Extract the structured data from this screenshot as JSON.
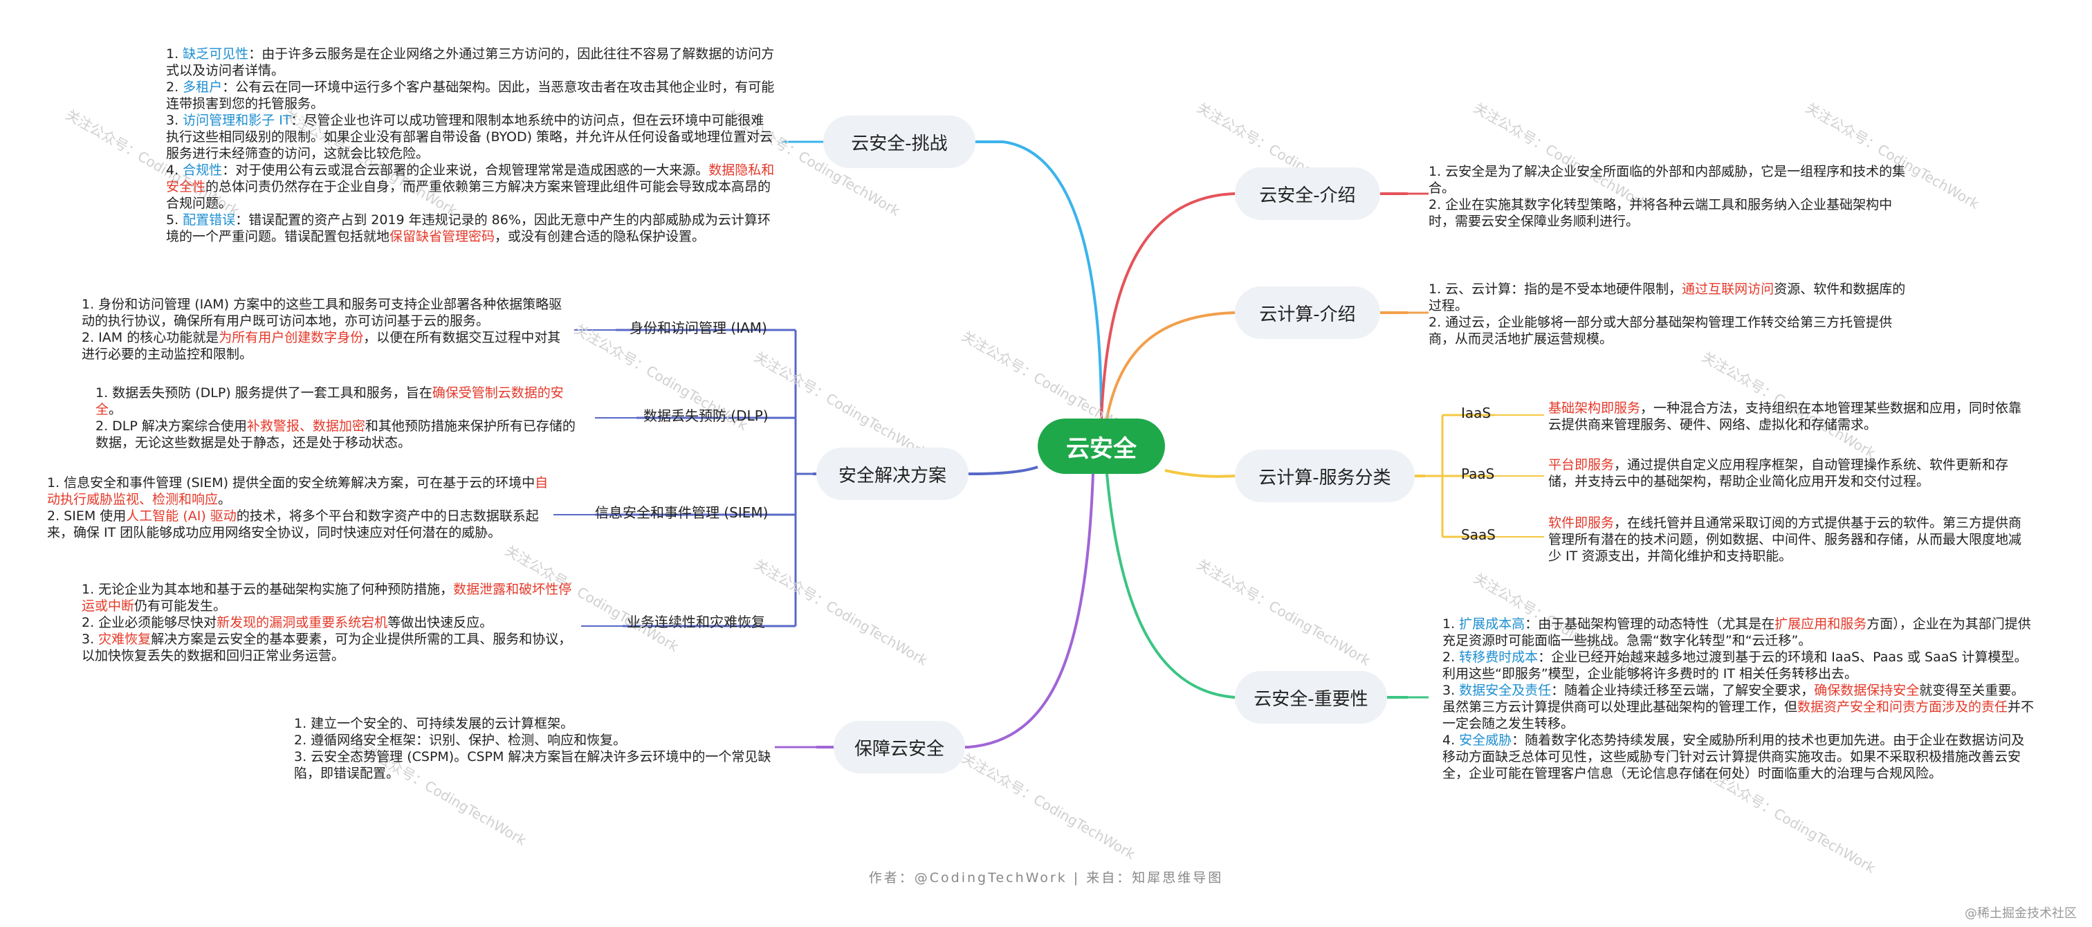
{
  "root": "云安全",
  "colors": {
    "blue": "#3bb3ec",
    "red": "#e5535a",
    "orange": "#f29f4c",
    "yellow": "#f5c842",
    "green": "#3cc483",
    "indigo": "#5868c8",
    "purple": "#a065d6",
    "root_bg": "#1fa84a"
  },
  "topics": {
    "challenge": "云安全-挑战",
    "intro": "云安全-介绍",
    "compute_intro": "云计算-介绍",
    "service": "云计算-服务分类",
    "solutions": "安全解决方案",
    "importance": "云安全-重要性",
    "ensure": "保障云安全"
  },
  "subs": {
    "iam": "身份和访问管理 (IAM)",
    "dlp": "数据丢失预防 (DLP)",
    "siem": "信息安全和事件管理 (SIEM)",
    "bcdr": "业务连续性和灾难恢复",
    "iaas": "IaaS",
    "paas": "PaaS",
    "saas": "SaaS"
  },
  "notes": {
    "challenge": [
      {
        "pre": "1. ",
        "hl": "缺乏可见性",
        "post": "：由于许多云服务是在企业网络之外通过第三方访问的，因此往往不容易了解数据的访问方式以及访问者详情。"
      },
      {
        "pre": "2. ",
        "hl": "多租户",
        "post": "：公有云在同一环境中运行多个客户基础架构。因此，当恶意攻击者在攻击其他企业时，有可能连带损害到您的托管服务。"
      },
      {
        "pre": "3. ",
        "hl": "访问管理和影子 IT",
        "post": "：尽管企业也许可以成功管理和限制本地系统中的访问点，但在云环境中可能很难执行这些相同级别的限制。如果企业没有部署自带设备 (BYOD) 策略，并允许从任何设备或地理位置对云服务进行未经筛查的访问，这就会比较危险。"
      },
      {
        "pre": "4. ",
        "hl": "合规性",
        "post": "：对于使用公有云或混合云部署的企业来说，合规管理常常是造成困惑的一大来源。",
        "hl2": "数据隐私和安全性",
        "post2": "的总体问责仍然存在于企业自身，而严重依赖第三方解决方案来管理此组件可能会导致成本高昂的合规问题。"
      },
      {
        "pre": "5. ",
        "hl": "配置错误",
        "post": "：错误配置的资产占到 2019 年违规记录的 86%，因此无意中产生的内部威胁成为云计算环境的一个严重问题。错误配置包括就地",
        "hl2": "保留缺省管理密码",
        "post2": "，或没有创建合适的隐私保护设置。"
      }
    ],
    "intro": [
      "1. 云安全是为了解决企业安全所面临的外部和内部威胁，它是一组程序和技术的集合。",
      "2. 企业在实施其数字化转型策略，并将各种云端工具和服务纳入企业基础架构中时，需要云安全保障业务顺利进行。"
    ],
    "compute_intro": [
      {
        "pre": "1. 云、云计算：指的是不受本地硬件限制，",
        "hl": "通过互联网访问",
        "post": "资源、软件和数据库的过程。"
      },
      {
        "pre": "2. 通过云，企业能够将一部分或大部分基础架构管理工作转交给第三方托管提供商，从而灵活地扩展运营规模。",
        "hl": "",
        "post": ""
      }
    ],
    "iaas": {
      "hl": "基础架构即服务",
      "post": "，一种混合方法，支持组织在本地管理某些数据和应用，同时依靠云提供商来管理服务、硬件、网络、虚拟化和存储需求。"
    },
    "paas": {
      "hl": "平台即服务",
      "post": "，通过提供自定义应用程序框架，自动管理操作系统、软件更新和存储，并支持云中的基础架构，帮助企业简化应用开发和交付过程。"
    },
    "saas": {
      "hl": "软件即服务",
      "post": "，在线托管并且通常采取订阅的方式提供基于云的软件。第三方提供商管理所有潜在的技术问题，例如数据、中间件、服务器和存储，从而最大限度地减少 IT 资源支出，并简化维护和支持职能。"
    },
    "iam": [
      {
        "pre": "1. 身份和访问管理 (IAM) 方案中的这些工具和服务可支持企业部署各种依据策略驱动的执行协议，确保所有用户既可访问本地，亦可访问基于云的服务。",
        "hl": "",
        "post": ""
      },
      {
        "pre": "2. IAM 的核心功能就是",
        "hl": "为所有用户创建数字身份",
        "post": "，以便在所有数据交互过程中对其进行必要的主动监控和限制。"
      }
    ],
    "dlp": [
      {
        "pre": "1. 数据丢失预防 (DLP) 服务提供了一套工具和服务，旨在",
        "hl": "确保受管制云数据的安全",
        "post": "。"
      },
      {
        "pre": "2. DLP 解决方案综合使用",
        "hl": "补救警报、数据加密",
        "post": "和其他预防措施来保护所有已存储的数据，无论这些数据是处于静态，还是处于移动状态。"
      }
    ],
    "siem": [
      {
        "pre": "1. 信息安全和事件管理 (SIEM) 提供全面的安全统筹解决方案，可在基于云的环境中",
        "hl": "自动执行威胁监视、检测和响应",
        "post": "。"
      },
      {
        "pre": "2. SIEM 使用",
        "hl": "人工智能 (AI) 驱动",
        "post": "的技术，将多个平台和数字资产中的日志数据联系起来，确保 IT 团队能够成功应用网络安全协议，同时快速应对任何潜在的威胁。"
      }
    ],
    "bcdr": [
      {
        "pre": "1. 无论企业为其本地和基于云的基础架构实施了何种预防措施，",
        "hl": "数据泄露和破坏性停运或中断",
        "post": "仍有可能发生。"
      },
      {
        "pre": "2. 企业必须能够尽快对",
        "hl": "新发现的漏洞或重要系统宕机",
        "post": "等做出快速反应。"
      },
      {
        "pre": "3. ",
        "hl": "灾难恢复",
        "post": "解决方案是云安全的基本要素，可为企业提供所需的工具、服务和协议，以加快恢复丢失的数据和回归正常业务运营。"
      }
    ],
    "importance": [
      {
        "pre": "1. ",
        "hl": "扩展成本高",
        "post": "：由于基础架构管理的动态特性（尤其是在",
        "hl2": "扩展应用和服务",
        "post2": "方面），企业在为其部门提供充足资源时可能面临一些挑战。急需“数字化转型”和“云迁移”。"
      },
      {
        "pre": "2. ",
        "hl": "转移费时成本",
        "post": "：企业已经开始越来越多地过渡到基于云的环境和 IaaS、Paas 或 SaaS 计算模型。利用这些“即服务”模型，企业能够将许多费时的 IT 相关任务转移出去。",
        "hl2": "",
        "post2": ""
      },
      {
        "pre": "3. ",
        "hl": "数据安全及责任",
        "post": "：随着企业持续迁移至云端，了解安全要求，",
        "hl2": "确保数据保持安全",
        "post2": "就变得至关重要。虽然第三方云计算提供商可以处理此基础架构的管理工作，但",
        "hl3": "数据资产安全和问责方面涉及的责任",
        "post3": "并不一定会随之发生转移。"
      },
      {
        "pre": "4. ",
        "hl": "安全威胁",
        "post": "：随着数字化态势持续发展，安全威胁所利用的技术也更加先进。由于企业在数据访问及移动方面缺乏总体可见性，这些威胁专门针对云计算提供商实施攻击。如果不采取积极措施改善云安全，企业可能在管理客户信息（无论信息存储在何处）时面临重大的治理与合规风险。",
        "hl2": "",
        "post2": ""
      }
    ],
    "ensure": [
      "1. 建立一个安全的、可持续发展的云计算框架。",
      "2. 遵循网络安全框架：识别、保护、检测、响应和恢复。",
      "3. 云安全态势管理 (CSPM)。CSPM 解决方案旨在解决许多云环境中的一个常见缺陷，即错误配置。"
    ]
  },
  "watermark": "关注公众号：CodingTechWork",
  "footer": "作者：@CodingTechWork  |  来自：知犀思维导图",
  "corner": "@稀土掘金技术社区"
}
